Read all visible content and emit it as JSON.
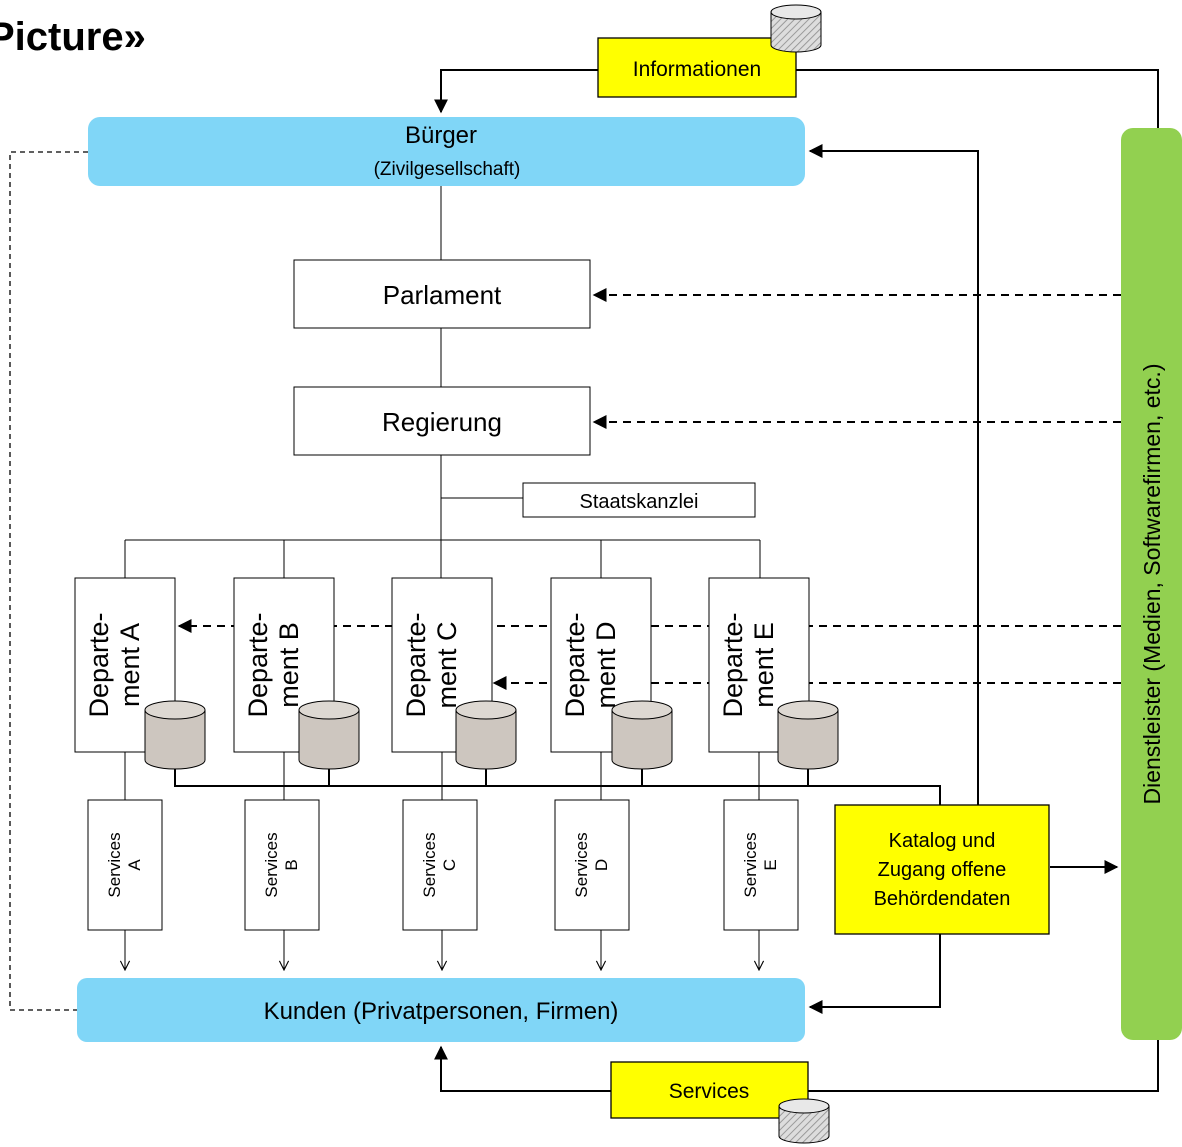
{
  "title": "Picture»",
  "colors": {
    "light_blue": "#80d6f7",
    "green": "#92d050",
    "yellow": "#ffff00",
    "db_gray": "#cdc6bf"
  },
  "nodes": {
    "buerger": "Bürger",
    "buerger_sub": "(Zivilgesellschaft)",
    "parlament": "Parlament",
    "regierung": "Regierung",
    "staatskanzlei": "Staatskanzlei",
    "kunden": "Kunden (Privatpersonen, Firmen)",
    "dienstleister": "Dienstleister (Medien, Softwarefirmen, etc.)",
    "informationen": "Informationen",
    "services_bottom": "Services",
    "katalog": [
      "Katalog und",
      "Zugang offene",
      "Behördendaten"
    ]
  },
  "departments": [
    {
      "line1": "Departe-",
      "line2": "ment A"
    },
    {
      "line1": "Departe-",
      "line2": "ment B"
    },
    {
      "line1": "Departe-",
      "line2": "ment C"
    },
    {
      "line1": "Departe-",
      "line2": "ment D"
    },
    {
      "line1": "Departe-",
      "line2": "ment E"
    }
  ],
  "services": [
    {
      "line1": "Services",
      "line2": "A"
    },
    {
      "line1": "Services",
      "line2": "B"
    },
    {
      "line1": "Services",
      "line2": "C"
    },
    {
      "line1": "Services",
      "line2": "D"
    },
    {
      "line1": "Services",
      "line2": "E"
    }
  ]
}
